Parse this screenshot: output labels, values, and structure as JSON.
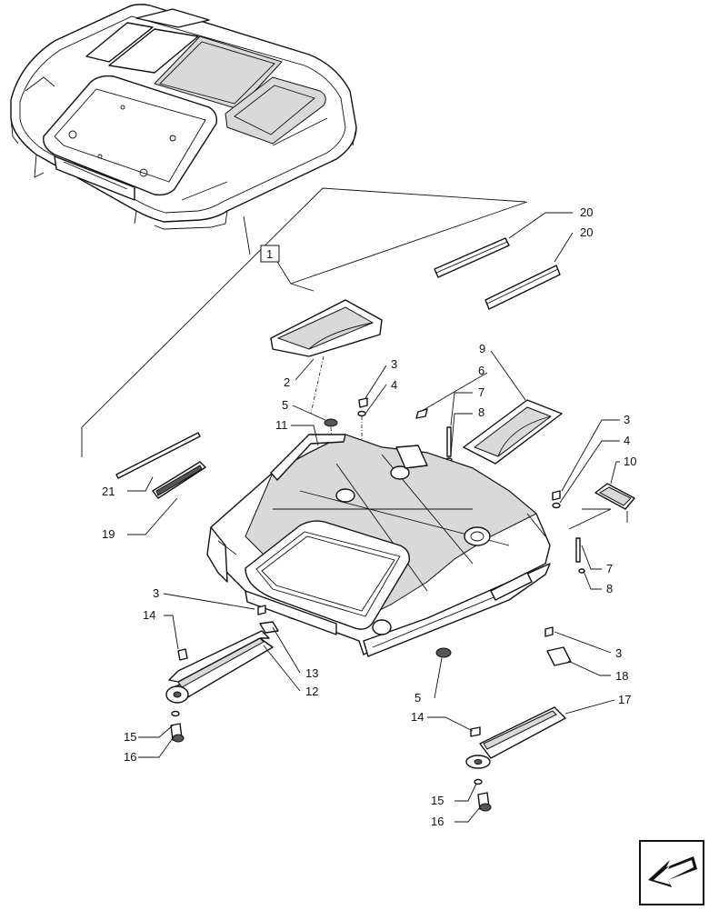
{
  "diagram": {
    "assembly_label": "1",
    "callouts": [
      {
        "id": "c20a",
        "text": "20"
      },
      {
        "id": "c20b",
        "text": "20"
      },
      {
        "id": "c2",
        "text": "2"
      },
      {
        "id": "c3a",
        "text": "3"
      },
      {
        "id": "c4a",
        "text": "4"
      },
      {
        "id": "c5a",
        "text": "5"
      },
      {
        "id": "c6",
        "text": "6"
      },
      {
        "id": "c7a",
        "text": "7"
      },
      {
        "id": "c8a",
        "text": "8"
      },
      {
        "id": "c9",
        "text": "9"
      },
      {
        "id": "c11",
        "text": "11"
      },
      {
        "id": "c3b",
        "text": "3"
      },
      {
        "id": "c4b",
        "text": "4"
      },
      {
        "id": "c10",
        "text": "10"
      },
      {
        "id": "c21",
        "text": "21"
      },
      {
        "id": "c19",
        "text": "19"
      },
      {
        "id": "c7b",
        "text": "7"
      },
      {
        "id": "c8b",
        "text": "8"
      },
      {
        "id": "c3c",
        "text": "3"
      },
      {
        "id": "c14a",
        "text": "14"
      },
      {
        "id": "c13",
        "text": "13"
      },
      {
        "id": "c12",
        "text": "12"
      },
      {
        "id": "c3d",
        "text": "3"
      },
      {
        "id": "c18",
        "text": "18"
      },
      {
        "id": "c5b",
        "text": "5"
      },
      {
        "id": "c17",
        "text": "17"
      },
      {
        "id": "c15a",
        "text": "15"
      },
      {
        "id": "c16a",
        "text": "16"
      },
      {
        "id": "c14b",
        "text": "14"
      },
      {
        "id": "c15b",
        "text": "15"
      },
      {
        "id": "c16b",
        "text": "16"
      }
    ]
  },
  "icons": {
    "nav": "arrow-left-down-icon"
  }
}
